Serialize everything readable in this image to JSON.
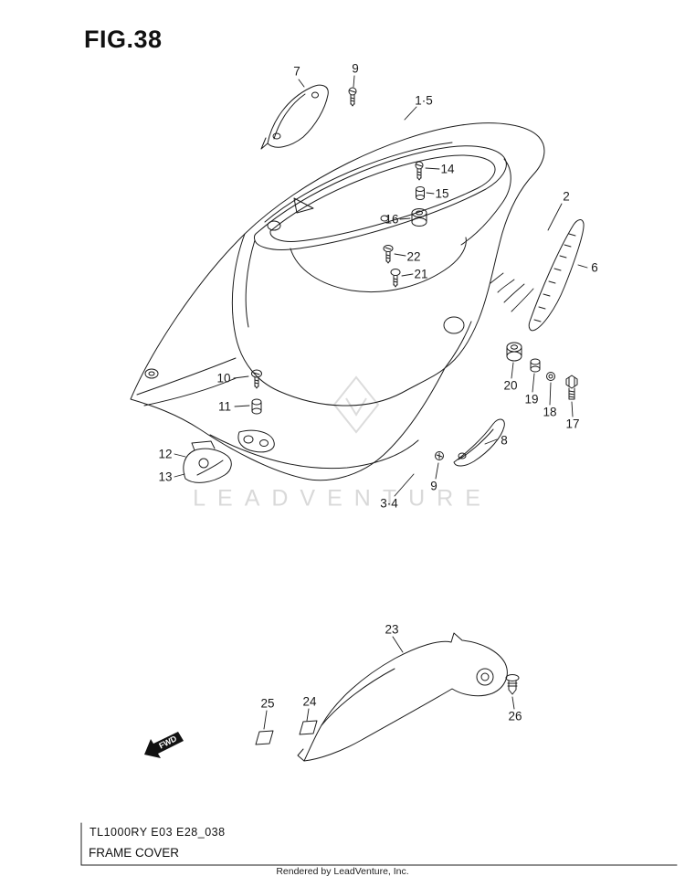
{
  "figure": {
    "title": "FIG.38"
  },
  "watermark": {
    "text": "LEADVENTURE"
  },
  "fwd": {
    "label": "FWD"
  },
  "parts": [
    {
      "label": "7"
    },
    {
      "label": "9"
    },
    {
      "label": "1·5"
    },
    {
      "label": "14"
    },
    {
      "label": "15"
    },
    {
      "label": "16"
    },
    {
      "label": "2"
    },
    {
      "label": "22"
    },
    {
      "label": "21"
    },
    {
      "label": "6"
    },
    {
      "label": "10"
    },
    {
      "label": "11"
    },
    {
      "label": "20"
    },
    {
      "label": "19"
    },
    {
      "label": "18"
    },
    {
      "label": "17"
    },
    {
      "label": "12"
    },
    {
      "label": "13"
    },
    {
      "label": "8"
    },
    {
      "label": "9"
    },
    {
      "label": "3·4"
    },
    {
      "label": "23"
    },
    {
      "label": "25"
    },
    {
      "label": "24"
    },
    {
      "label": "26"
    }
  ],
  "footer": {
    "code": "TL1000RY E03 E28_038",
    "name": "FRAME COVER",
    "rendered_by": "Rendered by LeadVenture, Inc."
  }
}
